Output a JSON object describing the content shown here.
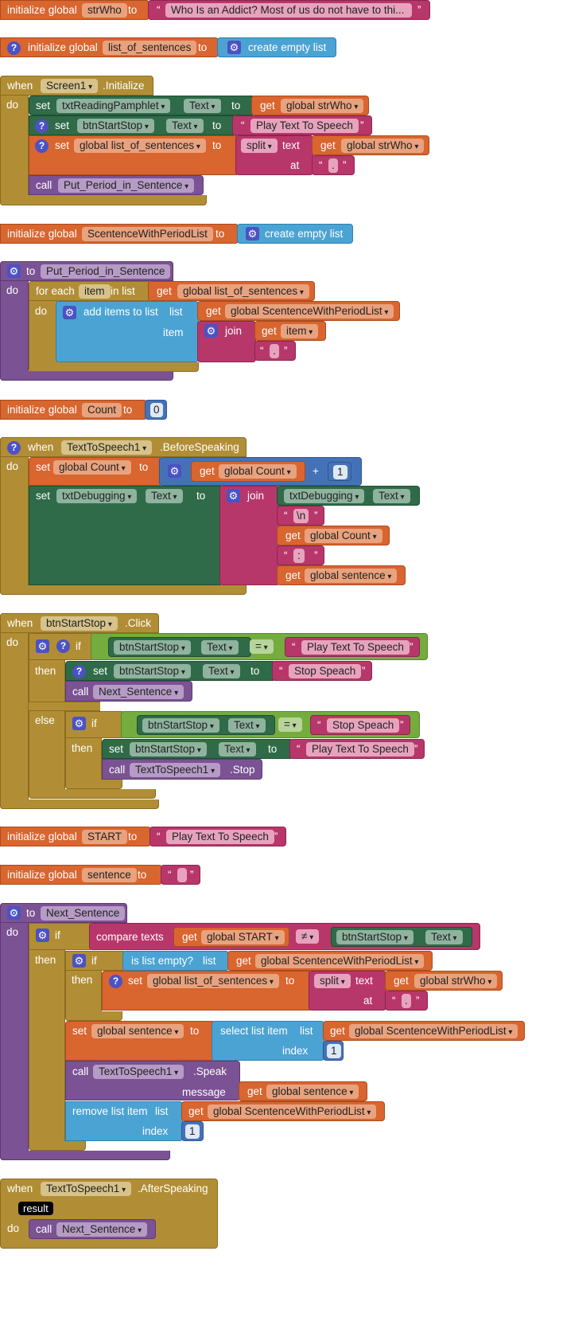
{
  "kw": {
    "init_global": "initialize global",
    "to": "to",
    "when": "when",
    "do": "do",
    "set": "set",
    "get": "get",
    "call": "call",
    "then": "then",
    "else": "else",
    "if": "if",
    "text": "text",
    "at": "at",
    "split": "split",
    "join": "join",
    "item": "item",
    "list": "list",
    "index": "index",
    "message": "message",
    "dot": ".",
    "open_q": "“",
    "close_q": "”",
    "for_each": "for each",
    "in_list": "in list",
    "add_items": "add items to list",
    "create_empty_list": "create empty list",
    "compare_texts": "compare texts",
    "is_list_empty": "is list empty?",
    "select_list_item": "select list item",
    "remove_list_item": "remove list item",
    "result": "result",
    "plus": "+",
    "eq": "=",
    "neq": "≠",
    "one": "1",
    "zero": "0"
  },
  "blocks": {
    "strwho": {
      "var": "strWho",
      "value": "Who Is an Addict?  Most of us do not have to thi..."
    },
    "list_of_sentences": {
      "var": "list_of_sentences"
    },
    "screen_init": {
      "component": "Screen1",
      "event": ".Initialize",
      "set1_comp": "txtReadingPamphlet",
      "prop_text": "Text",
      "get_strwho": "global strWho",
      "set2_comp": "btnStartStop",
      "play_text": "Play Text To Speech",
      "set3_var": "global list_of_sentences",
      "split_at": ".",
      "call_proc": "Put_Period_in_Sentence"
    },
    "period_list": {
      "var": "ScentenceWithPeriodList"
    },
    "put_period": {
      "proc": "Put_Period_in_Sentence",
      "item_var": "item",
      "in_list": "global list_of_sentences",
      "list_get": "global ScentenceWithPeriodList",
      "join_get": "item",
      "join_text": "."
    },
    "count": {
      "var": "Count",
      "value": "0"
    },
    "before_speaking": {
      "component": "TextToSpeech1",
      "event": ".BeforeSpeaking",
      "set_var": "global Count",
      "get_count": "global Count",
      "set_comp": "txtDebugging",
      "nl": "\\n",
      "colon": ":",
      "get_sentence": "global sentence"
    },
    "btn_click": {
      "component": "btnStartStop",
      "event": ".Click",
      "play": "Play Text To Speech",
      "stop": "Stop Speach",
      "call_next": "Next_Sentence",
      "tts": "TextToSpeech1",
      "stop_method": ".Stop"
    },
    "start": {
      "var": "START",
      "value": "Play Text To Speech"
    },
    "sentence": {
      "var": "sentence",
      "value": ""
    },
    "next_sentence": {
      "proc": "Next_Sentence",
      "get_start": "global START",
      "comp": "btnStartStop",
      "prop": "Text",
      "get_list": "global ScentenceWithPeriodList",
      "set_var": "global list_of_sentences",
      "get_strwho": "global strWho",
      "split_at": ".",
      "set_sentence": "global sentence",
      "tts": "TextToSpeech1",
      "speak": ".Speak",
      "get_sentence": "global sentence"
    },
    "after_speaking": {
      "component": "TextToSpeech1",
      "event": ".AfterSpeaking",
      "call_next": "Next_Sentence"
    }
  }
}
